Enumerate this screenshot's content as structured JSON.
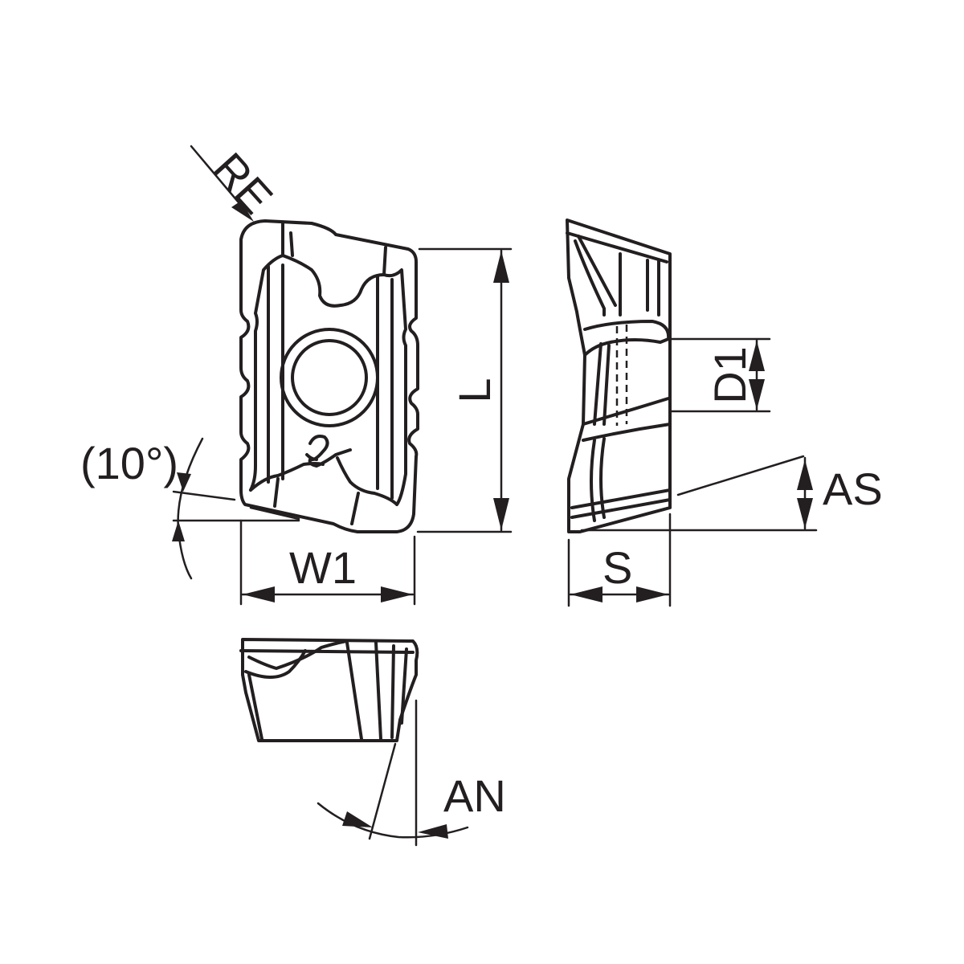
{
  "labels": {
    "re": "RE",
    "l": "L",
    "angle": "(10°)",
    "w1": "W1",
    "d1": "D1",
    "as": "AS",
    "s": "S",
    "an": "AN"
  },
  "colors": {
    "ink": "#231f20",
    "background": "#ffffff"
  }
}
